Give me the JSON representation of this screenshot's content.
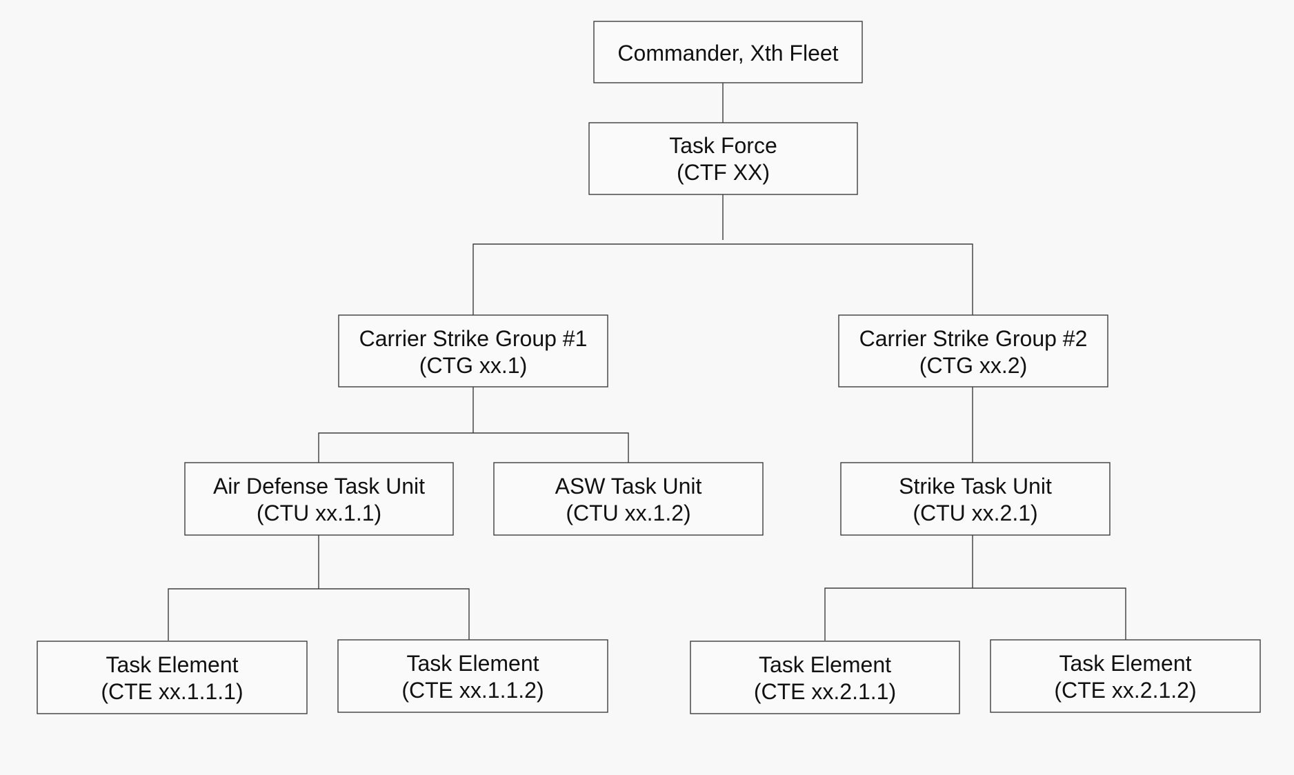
{
  "diagram": {
    "type": "org-chart",
    "nodes": {
      "commander": {
        "line1": "Commander, Xth Fleet"
      },
      "task_force": {
        "line1": "Task Force",
        "line2": "(CTF XX)"
      },
      "csg1": {
        "line1": "Carrier Strike Group #1",
        "line2": "(CTG xx.1)"
      },
      "csg2": {
        "line1": "Carrier Strike Group #2",
        "line2": "(CTG xx.2)"
      },
      "air_defense": {
        "line1": "Air Defense Task Unit",
        "line2": "(CTU xx.1.1)"
      },
      "asw": {
        "line1": "ASW Task Unit",
        "line2": "(CTU xx.1.2)"
      },
      "strike": {
        "line1": "Strike Task Unit",
        "line2": "(CTU xx.2.1)"
      },
      "cte_1_1_1": {
        "line1": "Task Element",
        "line2": "(CTE xx.1.1.1)"
      },
      "cte_1_1_2": {
        "line1": "Task Element",
        "line2": "(CTE xx.1.1.2)"
      },
      "cte_2_1_1": {
        "line1": "Task Element",
        "line2": "(CTE xx.2.1.1)"
      },
      "cte_2_1_2": {
        "line1": "Task Element",
        "line2": "(CTE xx.2.1.2)"
      }
    },
    "edges": [
      {
        "from": "commander",
        "to": "task_force"
      },
      {
        "from": "task_force",
        "to": "csg1"
      },
      {
        "from": "task_force",
        "to": "csg2"
      },
      {
        "from": "csg1",
        "to": "air_defense"
      },
      {
        "from": "csg1",
        "to": "asw"
      },
      {
        "from": "csg2",
        "to": "strike"
      },
      {
        "from": "air_defense",
        "to": "cte_1_1_1"
      },
      {
        "from": "air_defense",
        "to": "cte_1_1_2"
      },
      {
        "from": "strike",
        "to": "cte_2_1_1"
      },
      {
        "from": "strike",
        "to": "cte_2_1_2"
      }
    ]
  }
}
